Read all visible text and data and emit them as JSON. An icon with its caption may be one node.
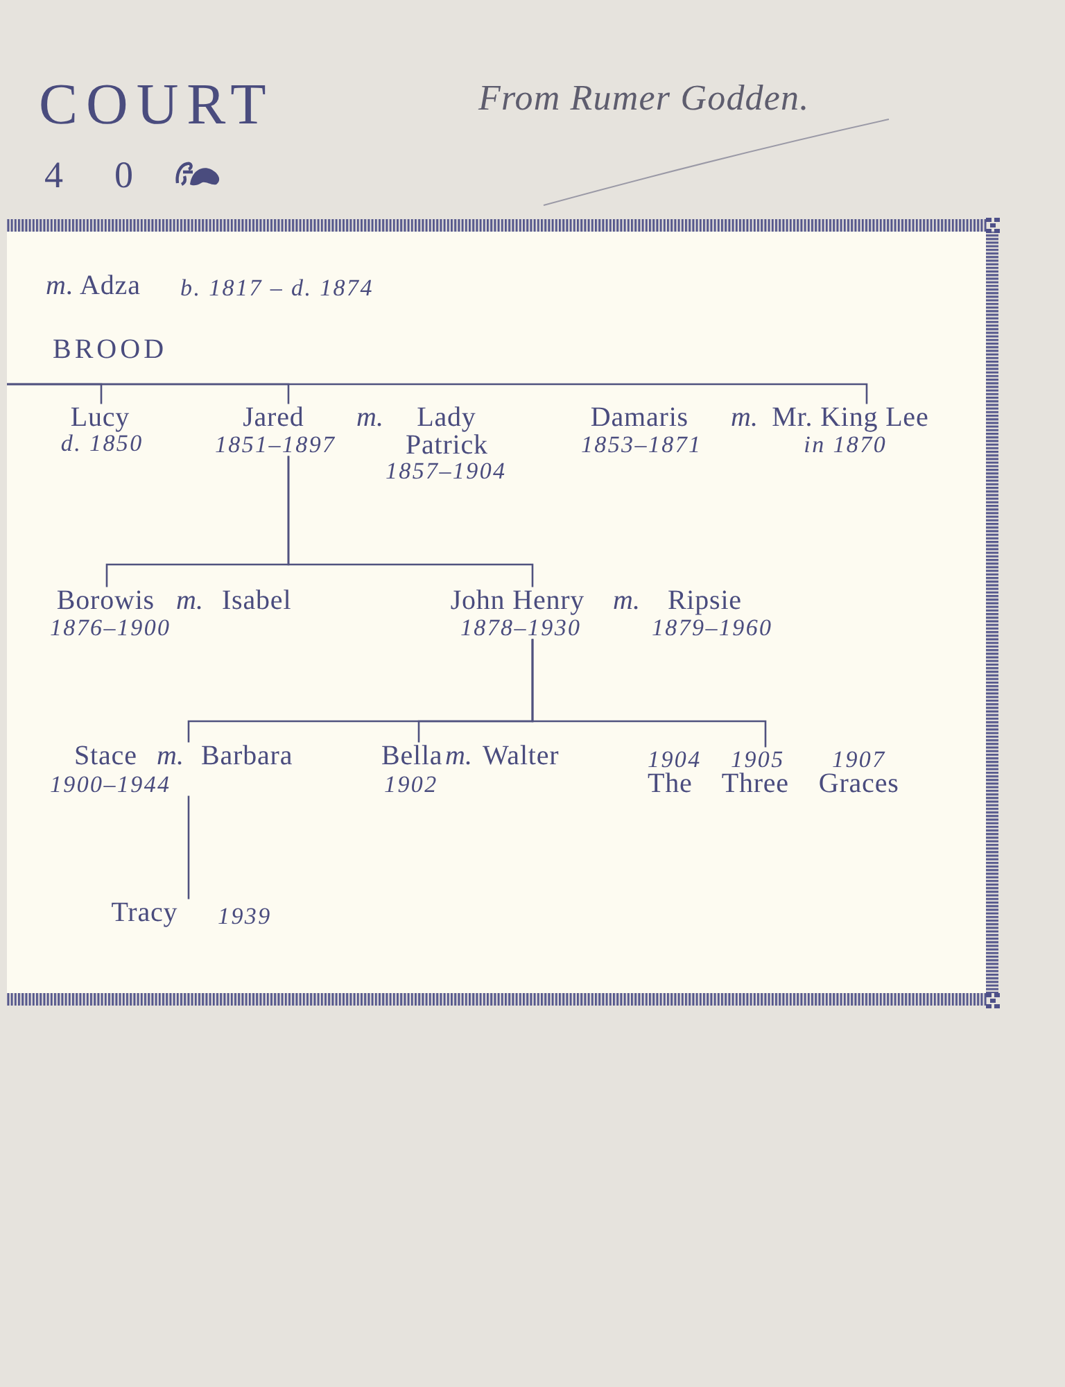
{
  "diagram": {
    "title": "COURT",
    "nodes": [
      {
        "text": [
          "Lucy",
          "d. 1850"
        ]
      },
      {
        "text": [
          "Jared",
          "1851–1897"
        ]
      },
      {
        "text": [
          "Damaris",
          "m.",
          "Mr. King Lee",
          "1853–1871",
          "in 1870"
        ]
      },
      {
        "text": [
          "Borowis",
          "1876–1900"
        ]
      },
      {
        "text": [
          "John Henry",
          "1878–1930"
        ]
      },
      {
        "text": [
          "Stace",
          "m.",
          "Barbara",
          "1900–1944"
        ]
      },
      {
        "text": [
          "Bella",
          "1902"
        ]
      },
      {
        "text": [
          "1904",
          "1905",
          "1907",
          "The Three Graces"
        ]
      },
      {
        "text": [
          "Tracy",
          "1939"
        ]
      }
    ],
    "edges": [
      {
        "from": null,
        "to": 0,
        "arrow": "none"
      },
      {
        "from": null,
        "to": 1,
        "arrow": "none"
      },
      {
        "from": null,
        "to": 2,
        "arrow": "none"
      },
      {
        "from": 1,
        "to": 3,
        "arrow": "none"
      },
      {
        "from": 1,
        "to": 4,
        "arrow": "none"
      },
      {
        "from": 4,
        "to": 5,
        "arrow": "none"
      },
      {
        "from": 4,
        "to": 6,
        "arrow": "none"
      },
      {
        "from": 4,
        "to": 7,
        "arrow": "none"
      },
      {
        "from": 5,
        "to": 8,
        "arrow": "none"
      }
    ],
    "labels": [
      "40",
      "From Rumer Godden.",
      "*m.* Adza",
      "b. 1817 – d. 1874",
      "BROOD",
      "m.",
      "Lady Patrick",
      "1857–1904",
      "m.",
      "Isabel",
      "m.",
      "Ripsie",
      "1879–1960",
      "m.",
      "Walter"
    ]
  }
}
